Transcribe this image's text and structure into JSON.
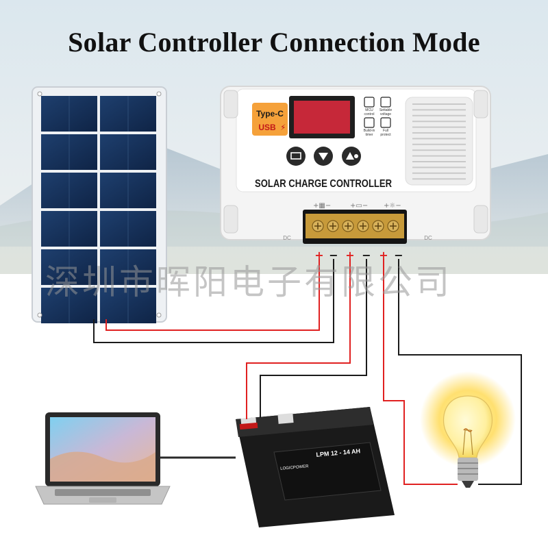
{
  "title": "Solar Controller Connection Mode",
  "watermark": "深圳市晖阳电子有限公司",
  "controller": {
    "name_label": "SOLAR CHARGE CONTROLLER",
    "usb_badge_line1": "Type-C",
    "usb_badge_line2": "USB",
    "icons": [
      {
        "label_line1": "MCU",
        "label_line2": "control",
        "icon": "chip-icon"
      },
      {
        "label_line1": "Settable",
        "label_line2": "voltage",
        "icon": "gear-icon"
      },
      {
        "label_line1": "Build-in",
        "label_line2": "timer",
        "icon": "clock-icon"
      },
      {
        "label_line1": "Full",
        "label_line2": "protect",
        "icon": "lock-icon"
      }
    ],
    "buttons": [
      {
        "name": "menu-button",
        "icon": "battery-icon"
      },
      {
        "name": "down-button",
        "icon": "down-arrow-icon"
      },
      {
        "name": "up-light-button",
        "icon": "up-light-icon"
      }
    ],
    "side_label_left": "DC",
    "side_label_right": "DC",
    "terminal_symbols": [
      "+",
      "−",
      "+",
      "−",
      "+",
      "−"
    ]
  },
  "battery": {
    "model": "LPM 12 - 14 AH",
    "brand": "LOGICPOWER"
  },
  "colors": {
    "positive_wire": "#e02020",
    "negative_wire": "#1a1a1a",
    "controller_body": "#f4f4f4",
    "usb_badge": "#f5a13a",
    "lcd_screen": "#c62839"
  }
}
